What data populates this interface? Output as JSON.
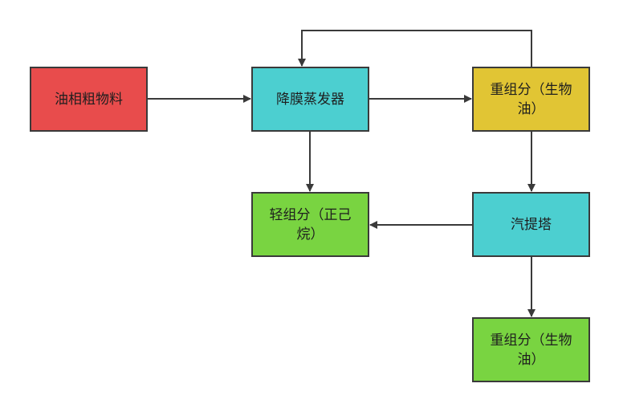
{
  "diagram": {
    "nodes": [
      {
        "id": "feed",
        "label": "油相粗物料",
        "color": "#e84c4c"
      },
      {
        "id": "evap",
        "label": "降膜蒸发器",
        "color": "#4ccfd0"
      },
      {
        "id": "heavy1",
        "label": "重组分（生物油）",
        "color": "#e1c534"
      },
      {
        "id": "light",
        "label": "轻组分（正己烷）",
        "color": "#79d441"
      },
      {
        "id": "strip",
        "label": "汽提塔",
        "color": "#4ccfd0"
      },
      {
        "id": "heavy2",
        "label": "重组分（生物油）",
        "color": "#79d441"
      }
    ],
    "edges": [
      {
        "from": "feed",
        "to": "evap"
      },
      {
        "from": "evap",
        "to": "heavy1"
      },
      {
        "from": "heavy1",
        "to": "evap"
      },
      {
        "from": "evap",
        "to": "light"
      },
      {
        "from": "heavy1",
        "to": "strip"
      },
      {
        "from": "strip",
        "to": "light"
      },
      {
        "from": "strip",
        "to": "heavy2"
      }
    ],
    "style": {
      "line_color": "#3a3a3a",
      "border_color": "#3a3a3a"
    }
  }
}
